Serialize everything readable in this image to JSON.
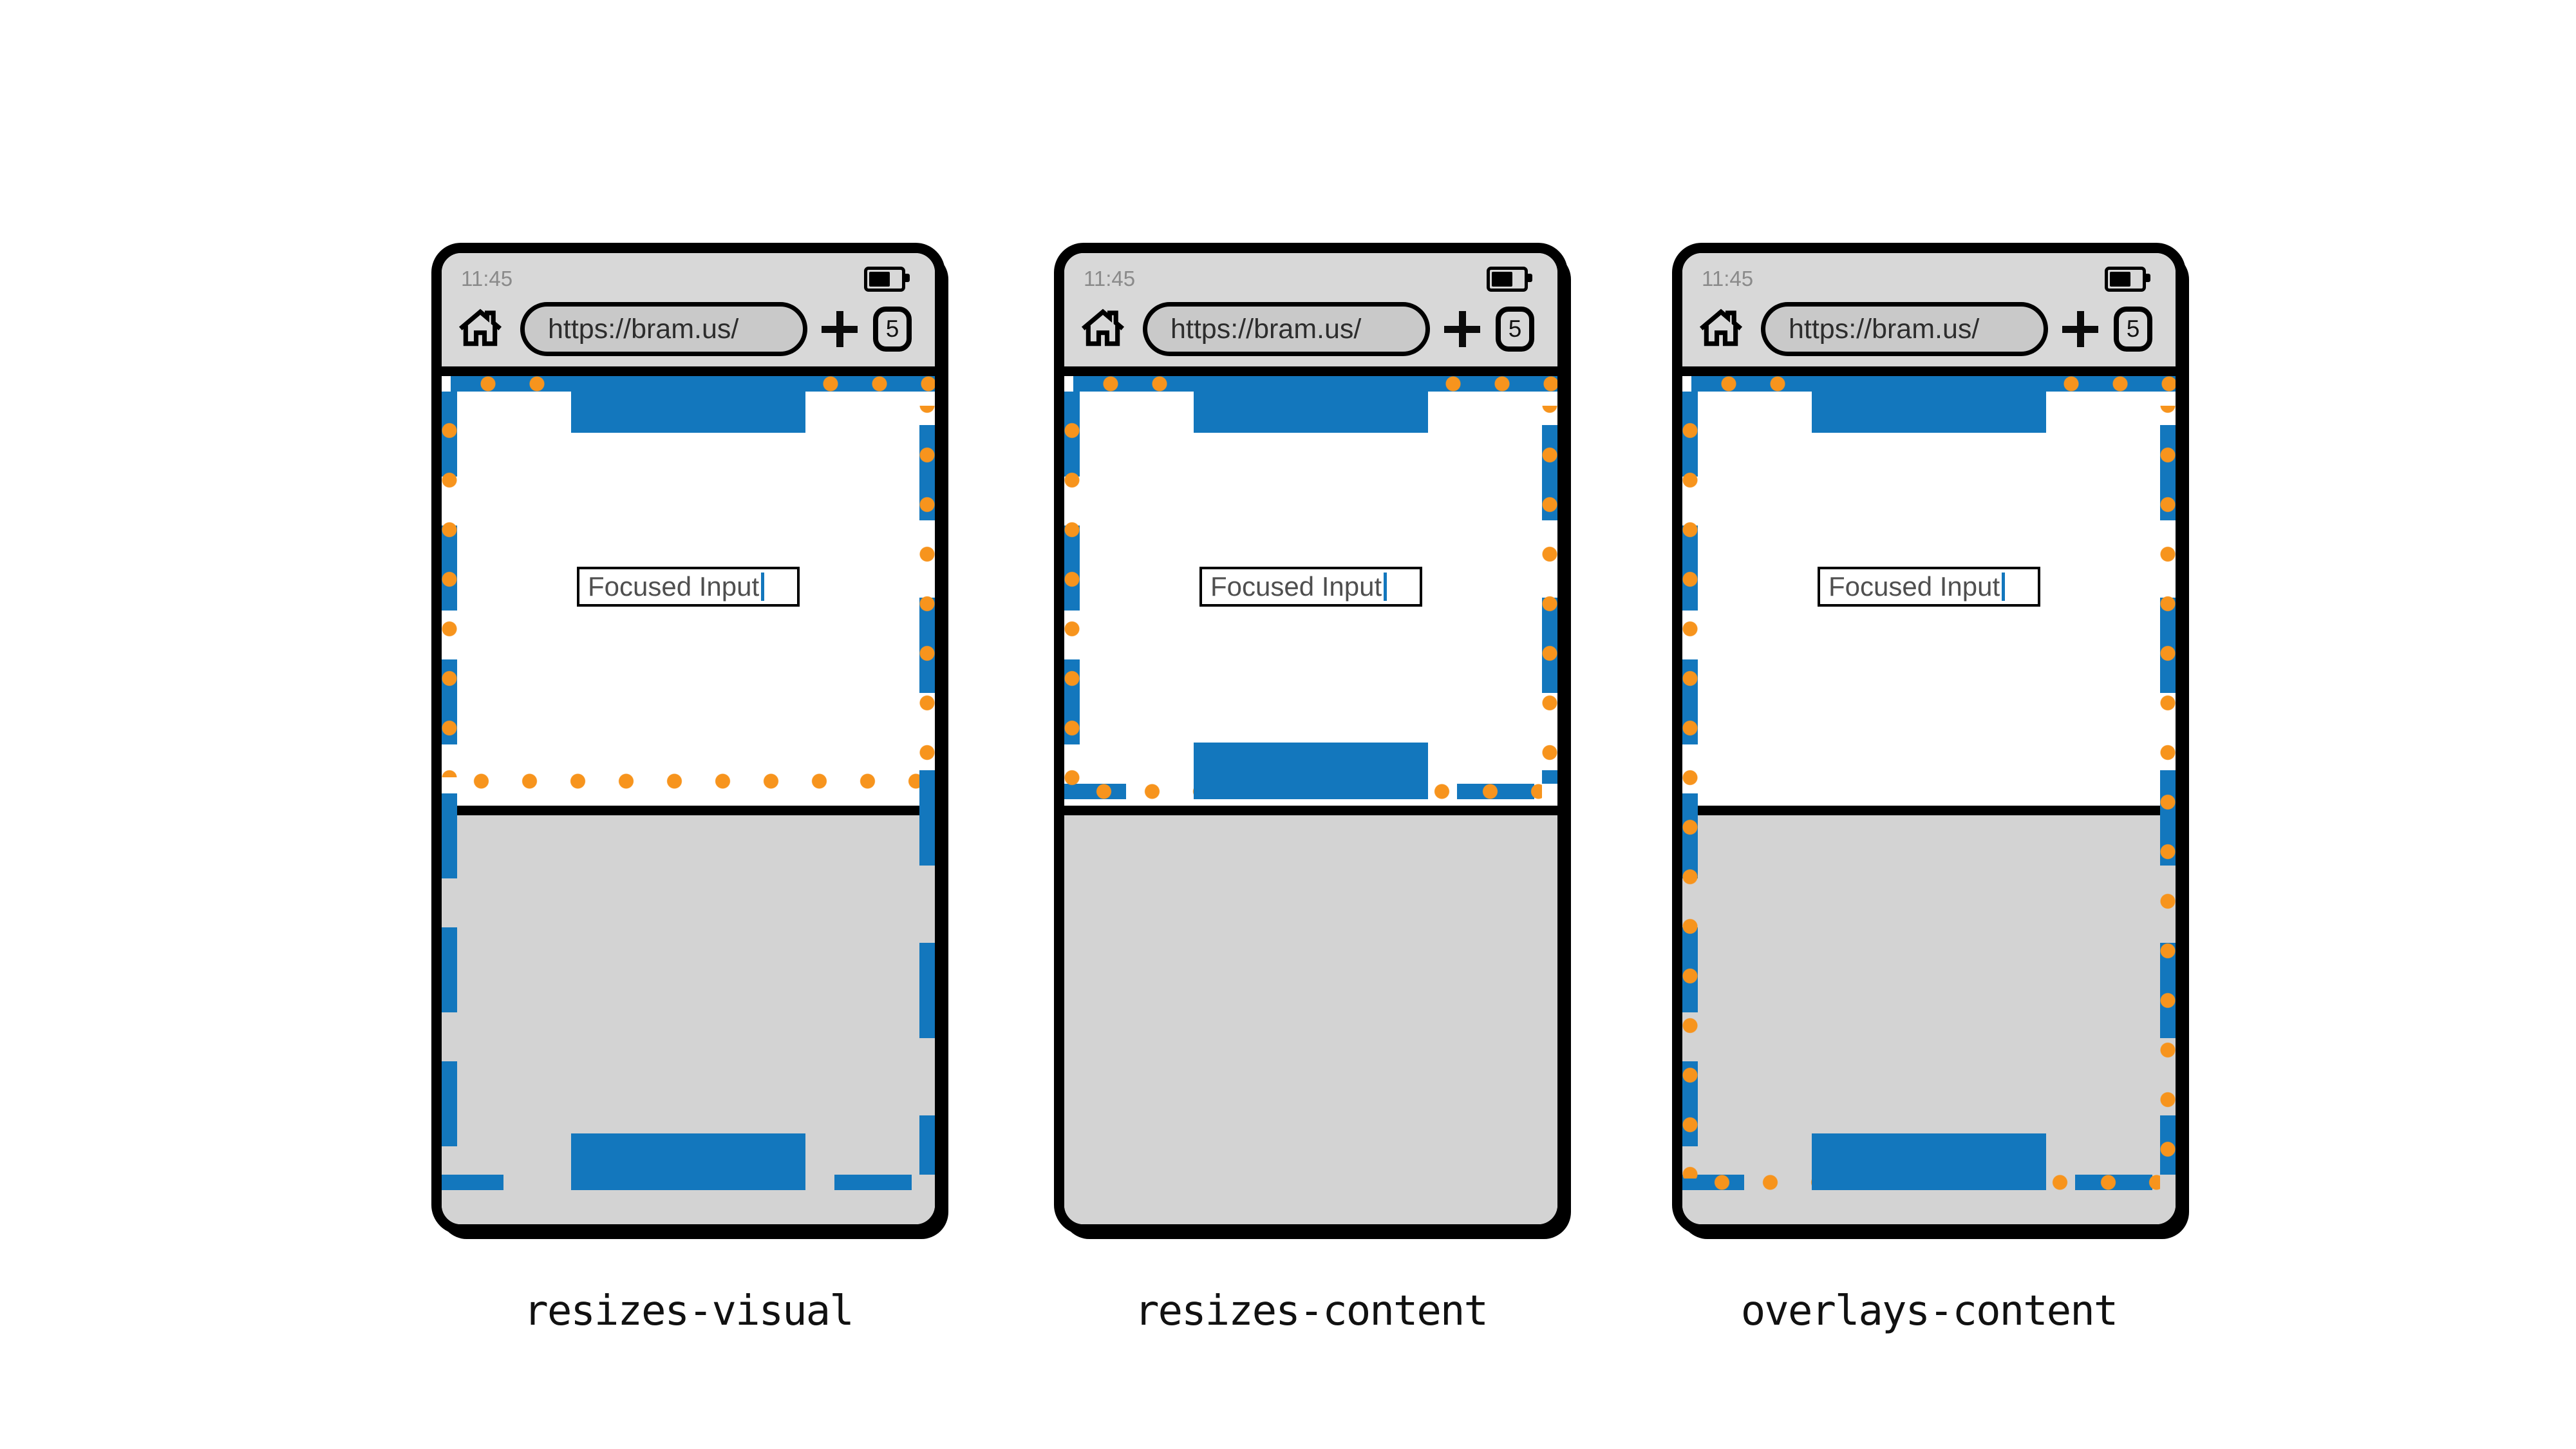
{
  "colors": {
    "blue": "#1377BD",
    "orange": "#F7941D",
    "chrome": "#D8D8D8",
    "pill": "#C9C9C9",
    "keybg": "#D3D3D3"
  },
  "icons": {
    "home": "home-icon",
    "battery": "battery-icon",
    "new_tab": "plus-icon",
    "caret": "text-caret"
  },
  "phones": [
    {
      "mode": "resizes-visual",
      "label": "resizes-visual",
      "status": {
        "time": "11:45"
      },
      "urlbar": {
        "url": "https://bram.us/",
        "tab_count": "5"
      },
      "content": {
        "input_value": "Focused Input"
      }
    },
    {
      "mode": "resizes-content",
      "label": "resizes-content",
      "status": {
        "time": "11:45"
      },
      "urlbar": {
        "url": "https://bram.us/",
        "tab_count": "5"
      },
      "content": {
        "input_value": "Focused Input"
      }
    },
    {
      "mode": "overlays-content",
      "label": "overlays-content",
      "status": {
        "time": "11:45"
      },
      "urlbar": {
        "url": "https://bram.us/",
        "tab_count": "5"
      },
      "content": {
        "input_value": "Focused Input"
      }
    }
  ]
}
